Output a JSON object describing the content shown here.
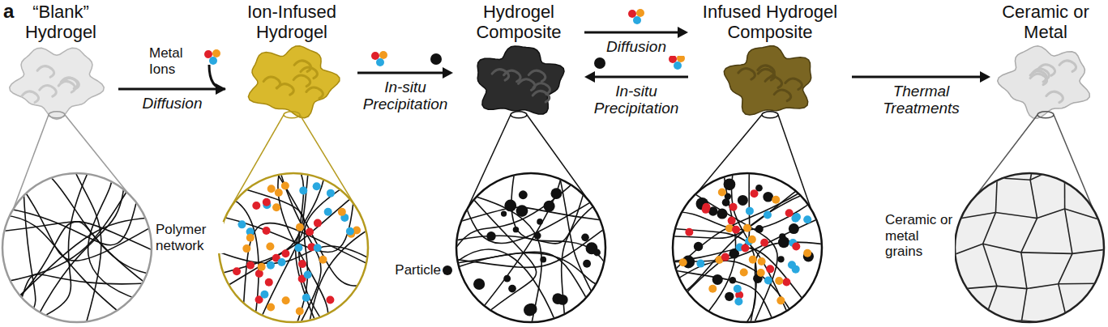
{
  "diagram": {
    "nodes": [
      {
        "text": [
          "“Blank” Hydrogel"
        ]
      },
      {
        "text": [
          "Ion-Infused Hydrogel"
        ]
      },
      {
        "text": [
          "Hydrogel Composite"
        ]
      },
      {
        "text": [
          "Infused Hydrogel Composite"
        ]
      },
      {
        "text": [
          "Ceramic or Metal"
        ]
      }
    ],
    "edges": [
      {
        "from": 0,
        "to": 1,
        "arrow": "to",
        "label": "Diffusion"
      },
      {
        "from": 1,
        "to": 2,
        "arrow": "to",
        "label": "In-situ Precipitation"
      },
      {
        "from": 2,
        "to": 3,
        "arrow": "to",
        "label": "Diffusion"
      },
      {
        "from": 3,
        "to": 2,
        "arrow": "to",
        "label": "In-situ Precipitation"
      },
      {
        "from": 3,
        "to": 4,
        "arrow": "to",
        "label": "Thermal Treatments"
      }
    ],
    "labels": [
      "a",
      "Metal Ions",
      "Polymer network",
      "Particle",
      "Ceramic or metal grains"
    ]
  }
}
